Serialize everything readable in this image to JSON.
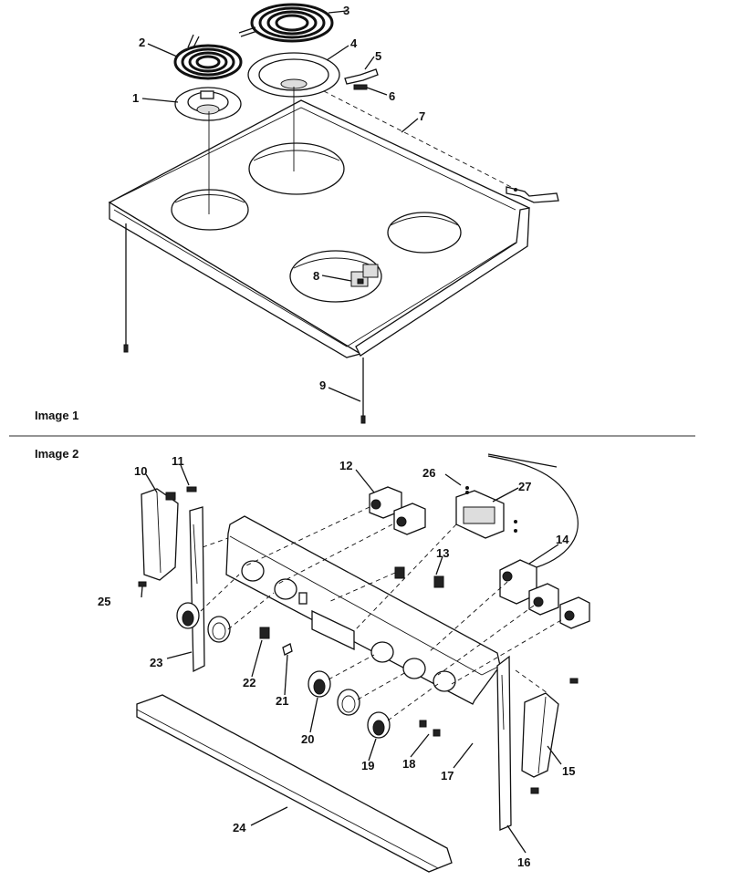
{
  "images": [
    {
      "caption": "Image 1",
      "callouts": [
        "1",
        "2",
        "3",
        "4",
        "5",
        "6",
        "7",
        "8",
        "9"
      ]
    },
    {
      "caption": "Image 2",
      "callouts": [
        "10",
        "11",
        "12",
        "13",
        "14",
        "15",
        "16",
        "17",
        "18",
        "19",
        "20",
        "21",
        "22",
        "23",
        "24",
        "25",
        "26",
        "27"
      ]
    }
  ]
}
